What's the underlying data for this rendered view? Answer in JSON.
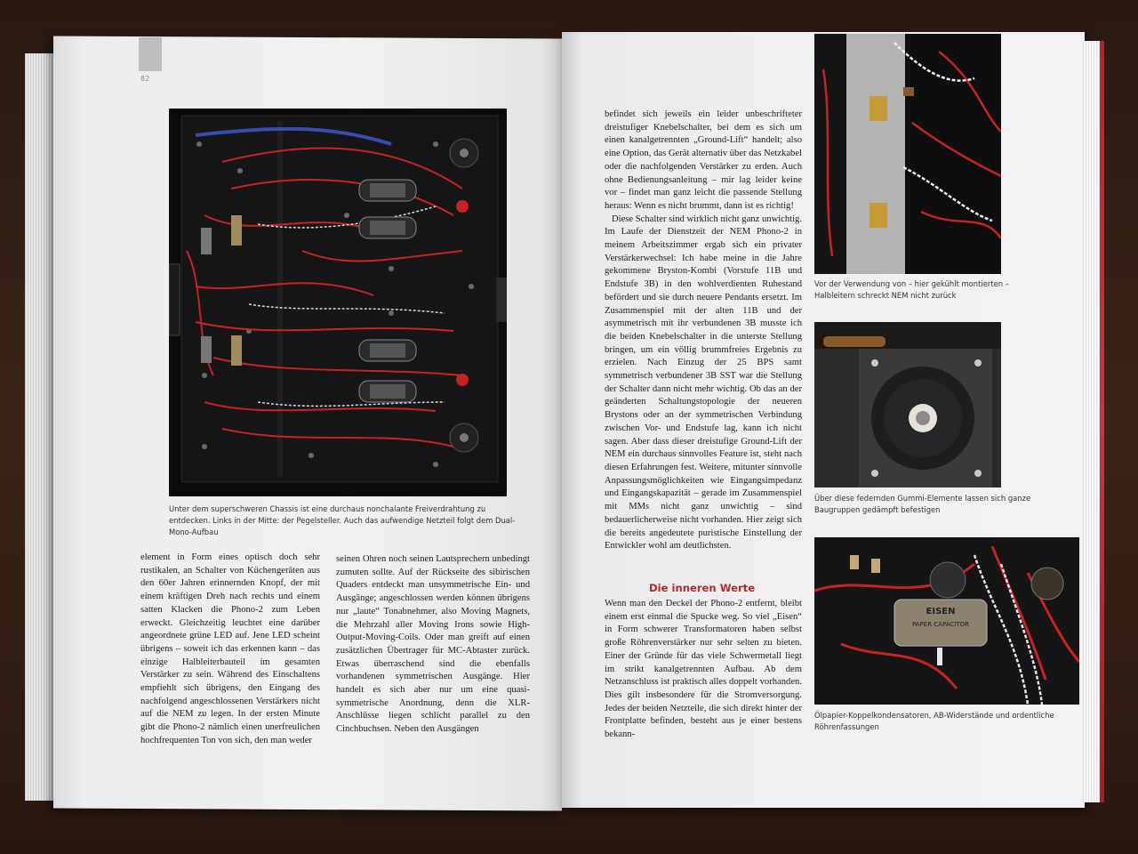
{
  "page": {
    "number": "82"
  },
  "photos": {
    "main": {
      "subject": "amplifier chassis underside"
    },
    "top": {
      "subject": "mounted semiconductors"
    },
    "middle": {
      "subject": "rubber mount"
    },
    "bottom": {
      "subject": "coupling capacitor",
      "capacitor_brand": "EISEN",
      "capacitor_label": "PAPER CAPACITOR"
    }
  },
  "captions": {
    "main": "Unter dem superschweren Chassis ist eine durchaus nonchalante Freiverdrahtung zu entdecken. Links in der Mitte: der Pegelsteller. Auch das aufwendige Netzteil folgt dem Dual-Mono-Aufbau",
    "top": "Vor der Verwendung von – hier gekühlt montierten – Halbleitern schreckt NEM nicht zurück",
    "middle": "Über diese federnden Gummi-Elemente lassen sich ganze Baugruppen gedämpft befestigen",
    "bottom": "Ölpapier-Koppelkondensatoren, AB-Widerstände und ordentliche Röhrenfassungen"
  },
  "left_columns": [
    "element in Form eines optisch doch sehr rustikalen, an Schalter von Küchengeräten aus den 60er Jahren erinnernden Knopf, der mit einem kräftigen Dreh nach rechts und einem satten Klacken die Phono-2 zum Leben erweckt. Gleichzeitig leuchtet eine darüber angeordnete grüne LED auf. Jene LED scheint übrigens – soweit ich das erkennen kann – das einzige Halbleiterbauteil im gesamten Verstärker zu sein. Während des Einschaltens empfiehlt sich übrigens, den Eingang des nachfolgend angeschlossenen Verstärkers nicht auf die NEM zu legen. In der ersten Minute gibt die Phono-2 nämlich einen unerfreulichen hochfrequenten Ton von sich, den man weder",
    "seinen Ohren noch seinen Lautsprechern unbedingt zumuten sollte. Auf der Rückseite des sibirischen Quaders entdeckt man unsymmetrische Ein- und Ausgänge; angeschlossen werden können übrigens nur „laute“ Tonabnehmer, also Moving Magnets, die Mehrzahl aller Moving Irons sowie High-Output-Moving-Coils. Oder man greift auf einen zusätzlichen Übertrager für MC-Abtaster zurück. Etwas überraschend sind die ebenfalls vorhandenen symmetrischen Ausgänge. Hier handelt es sich aber nur um eine quasi-symmetrische Anordnung, denn die XLR-Anschlüsse liegen schlicht parallel zu den Cinchbuchsen. Neben den Ausgängen"
  ],
  "right_column_paragraphs": [
    "befindet sich jeweils ein leider unbeschrifteter dreistufiger Knebelschalter, bei dem es sich um einen kanalgetrennten „Ground-Lift“ handelt; also eine Option, das Gerät alternativ über das Netzkabel oder die nachfolgenden Verstärker zu erden. Auch ohne Bedienungsanleitung – mir lag leider keine vor – findet man ganz leicht die passende Stellung heraus: Wenn es nicht brummt, dann ist es richtig!",
    "Diese Schalter sind wirklich nicht ganz unwichtig. Im Laufe der Dienstzeit der NEM Phono-2 in meinem Arbeitszimmer ergab sich ein privater Verstärkerwechsel: Ich habe meine in die Jahre gekommene Bryston-Kombi (Vorstufe 11B und Endstufe 3B) in den wohlverdienten Ruhestand befördert und sie durch neuere Pendants ersetzt. Im Zusammenspiel mit der alten 11B und der asymmetrisch mit ihr verbundenen 3B musste ich die beiden Knebelschalter in die unterste Stellung bringen, um ein völlig brummfreies Ergebnis zu erzielen. Nach Einzug der 25 BPS samt symmetrisch verbundener 3B SST war die Stellung der Schalter dann nicht mehr wichtig. Ob das an der geänderten Schaltungstopologie der neueren Brystons oder an der symmetrischen Verbindung zwischen Vor- und Endstufe lag, kann ich nicht sagen. Aber dass dieser dreistufige Ground-Lift der NEM ein durchaus sinnvolles Feature ist, steht nach diesen Erfahrungen fest. Weitere, mitunter sinnvolle Anpassungsmöglichkeiten wie Eingangsimpedanz und Eingangskapazität – gerade im Zusammenspiel mit MMs nicht ganz unwichtig – sind bedauerlicherweise nicht vorhanden. Hier zeigt sich die bereits angedeutete puristische Einstellung der Entwickler wohl am deutlichsten."
  ],
  "section": {
    "heading": "Die inneren Werte",
    "body": "Wenn man den Deckel der Phono-2 entfernt, bleibt einem erst einmal die Spucke weg. So viel „Eisen“ in Form schwerer Transformatoren haben selbst große Röhrenverstärker nur sehr selten zu bieten. Einer der Gründe für das viele Schwermetall liegt im strikt kanalgetrennten Aufbau. Ab dem Netzanschluss ist praktisch alles doppelt vorhanden. Dies gilt insbesondere für die Stromversorgung. Jedes der beiden Netzteile, die sich direkt hinter der Frontplatte befinden, besteht aus je einer bestens bekann-"
  },
  "colors": {
    "accent": "#b02a2a",
    "paper": "#f0f0f2",
    "background": "#2e1c12"
  }
}
